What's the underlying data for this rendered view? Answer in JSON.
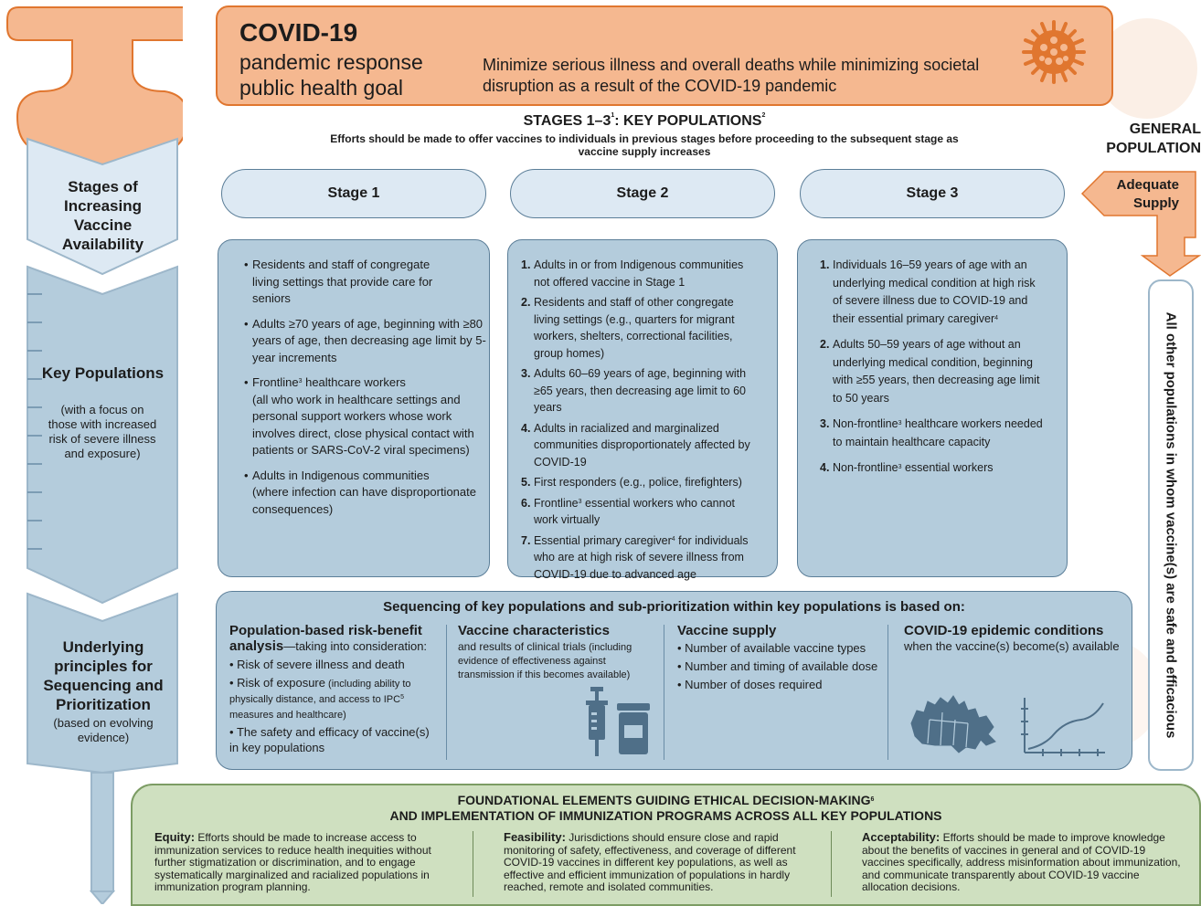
{
  "header": {
    "title": "COVID-19",
    "subtitle": "pandemic response public health goal",
    "goal": "Minimize serious illness and overall deaths while minimizing societal disruption as a result of the COVID-19 pandemic"
  },
  "stages_heading": {
    "title": "STAGES 1–3",
    "title_sup1": "1",
    "title_rest": ": KEY POPULATIONS",
    "title_sup2": "2",
    "note": "Efforts should be made to offer vaccines to individuals in previous stages before proceeding to the subsequent stage as vaccine supply increases"
  },
  "general_population": {
    "title": "GENERAL POPULATION",
    "arrow_label": "Adequate Supply",
    "vertical_text": "All other populations in whom vaccine(s) are safe and efficacious"
  },
  "left_syringe": {
    "stages_label": "Stages of Increasing Vaccine Availability",
    "key_title": "Key Populations",
    "key_sub": "(with a focus on those with increased risk of severe illness and exposure)",
    "principles_title": "Underlying principles for Sequencing and Prioritization",
    "principles_sub": "(based on evolving evidence)"
  },
  "stage1": {
    "label": "Stage 1",
    "item1": "Residents and staff of congregate living settings that provide care for seniors",
    "item2": "Adults ≥70 years of age, beginning with ≥80 years of age, then decreasing age limit by 5-year increments",
    "item3a": "Frontline",
    "item3sup": "3",
    "item3b": " healthcare workers",
    "item3c": "(all who work in healthcare settings and personal support workers whose work involves direct, close physical contact with patients or SARS-CoV-2 viral specimens)",
    "item4a": "Adults in Indigenous communities",
    "item4b": "(where infection can have disproportionate consequences)"
  },
  "stage2": {
    "label": "Stage 2",
    "item1": "Adults in or from Indigenous communities not offered vaccine in Stage 1",
    "item2": "Residents and staff of other congregate living settings (e.g., quarters for migrant workers, shelters, correctional facilities, group homes)",
    "item3": "Adults 60–69 years of age, beginning with ≥65 years, then decreasing age limit to 60 years",
    "item4": "Adults in racialized and marginalized communities disproportionately affected by COVID-19",
    "item5": "First responders (e.g., police, firefighters)",
    "item6a": "Frontline",
    "item6sup": "3",
    "item6b": " essential workers who cannot work virtually",
    "item7a": "Essential primary caregiver",
    "item7sup": "4",
    "item7b": " for individuals who are at high risk of severe illness from COVID-19 due to advanced age"
  },
  "stage3": {
    "label": "Stage 3",
    "item1a": "Individuals 16–59 years of age with an underlying medical condition at high risk of severe illness due to COVID-19 and their essential primary caregiver",
    "item1sup": "4",
    "item2": "Adults 50–59 years of age without an underlying medical condition, beginning with ≥55 years, then decreasing age limit to 50 years",
    "item3a": "Non-frontline",
    "item3sup": "3",
    "item3b": " healthcare workers needed to maintain healthcare capacity",
    "item4a": "Non-frontline",
    "item4sup": "3",
    "item4b": " essential workers"
  },
  "principles": {
    "heading": "Sequencing of key populations and sub-prioritization within key populations is based on:",
    "col1_title": "Population-based risk-benefit analysis",
    "col1_title_rest": "—taking into consideration:",
    "col1_item1": "Risk of severe illness and death",
    "col1_item2": "Risk of exposure",
    "col1_item2_small_a": " (including ability to physically distance, and access to IPC",
    "col1_item2_sup": "5",
    "col1_item2_small_b": " measures and healthcare)",
    "col1_item3": "The safety and efficacy of vaccine(s) in key populations",
    "col2_title": "Vaccine characteristics",
    "col2_text": "and results of clinical trials",
    "col2_small": " (including evidence of effectiveness against transmission if this becomes available)",
    "col3_title": "Vaccine supply",
    "col3_item1": "Number of available vaccine types",
    "col3_item2": "Number and timing of available dose",
    "col3_item3": "Number of doses required",
    "col4_title": "COVID-19 epidemic conditions",
    "col4_text": " when the vaccine(s) become(s) available"
  },
  "foundation": {
    "title_line1": "FOUNDATIONAL ELEMENTS GUIDING ETHICAL DECISION-MAKING",
    "title_sup": "6",
    "title_line2": "AND IMPLEMENTATION OF IMMUNIZATION PROGRAMS ACROSS ALL KEY POPULATIONS",
    "equity_label": "Equity:",
    "equity_text": " Efforts should be made to increase access to immunization services to reduce health inequities without further stigmatization or discrimination, and to engage systematically marginalized and racialized populations in immunization program planning.",
    "feas_label": "Feasibility:",
    "feas_text": " Jurisdictions should ensure close and rapid monitoring of safety, effectiveness, and coverage of different COVID-19 vaccines in different key populations, as well as effective and efficient immunization of populations in hardly reached, remote and isolated communities.",
    "accept_label": "Acceptability:",
    "accept_text": " Efforts should be made to improve knowledge about the benefits of vaccines in general and of COVID-19 vaccines specifically, address misinformation about immunization, and communicate transparently about COVID-19 vaccine allocation decisions."
  },
  "colors": {
    "orange_fill": "#f5b890",
    "orange_stroke": "#e0762f",
    "blue_fill": "#b4ccdc",
    "blue_stroke": "#5b7e98",
    "green_fill": "#cfe0c0",
    "green_stroke": "#7c9c64"
  }
}
